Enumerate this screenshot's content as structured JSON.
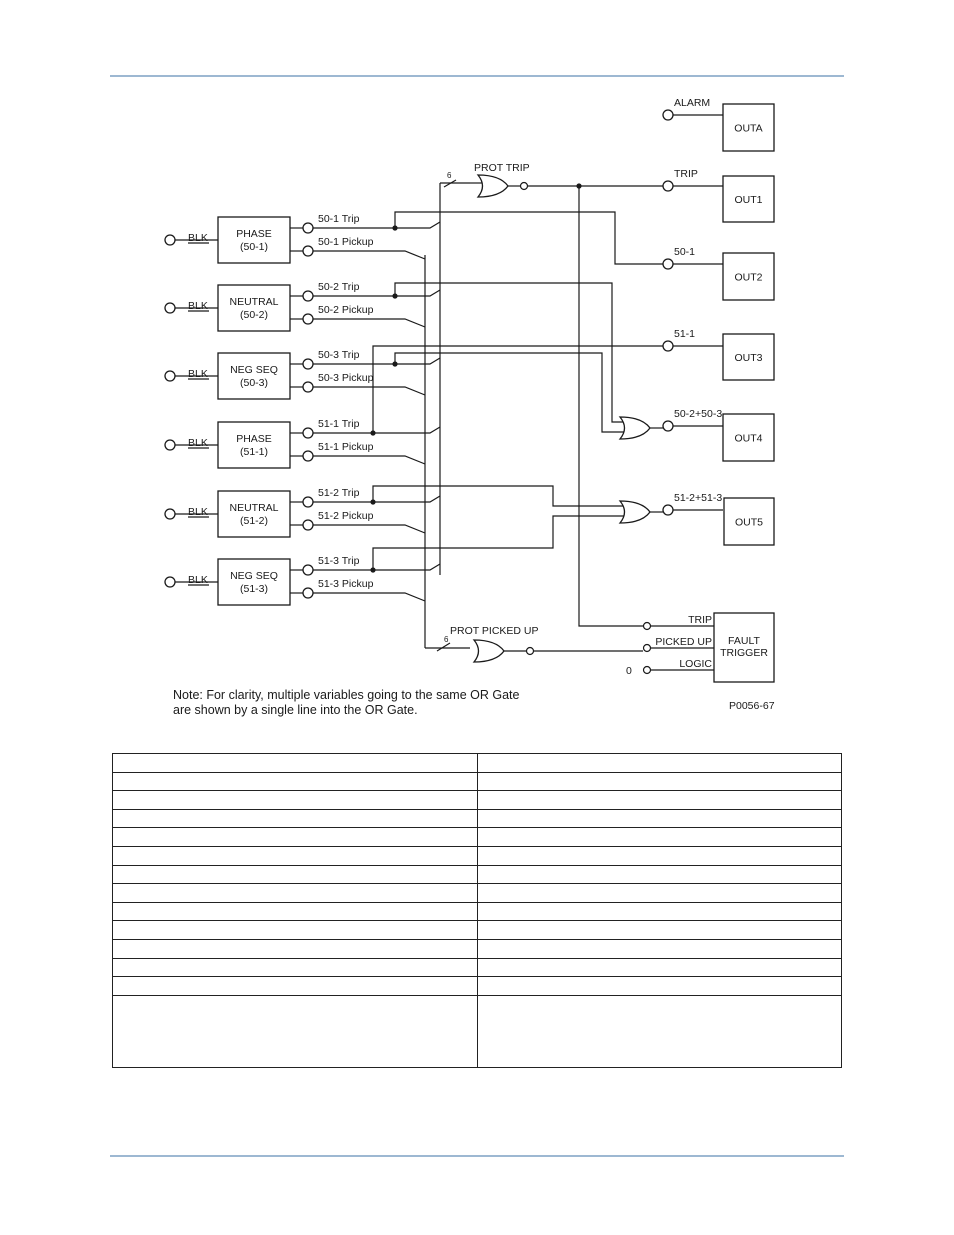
{
  "diagram": {
    "inputs": [
      {
        "blk": "BLK",
        "line1": "PHASE",
        "line2": "(50-1)",
        "trip": "50-1 Trip",
        "pickup": "50-1 Pickup"
      },
      {
        "blk": "BLK",
        "line1": "NEUTRAL",
        "line2": "(50-2)",
        "trip": "50-2 Trip",
        "pickup": "50-2 Pickup"
      },
      {
        "blk": "BLK",
        "line1": "NEG SEQ",
        "line2": "(50-3)",
        "trip": "50-3 Trip",
        "pickup": "50-3 Pickup"
      },
      {
        "blk": "BLK",
        "line1": "PHASE",
        "line2": "(51-1)",
        "trip": "51-1 Trip",
        "pickup": "51-1 Pickup"
      },
      {
        "blk": "BLK",
        "line1": "NEUTRAL",
        "line2": "(51-2)",
        "trip": "51-2 Trip",
        "pickup": "51-2 Pickup"
      },
      {
        "blk": "BLK",
        "line1": "NEG SEQ",
        "line2": "(51-3)",
        "trip": "51-3 Trip",
        "pickup": "51-3 Pickup"
      }
    ],
    "gates": {
      "prot_trip": "PROT TRIP",
      "prot_picked_up": "PROT PICKED UP",
      "bus_count": "6"
    },
    "outputs": [
      {
        "signal": "ALARM",
        "box": "OUTA"
      },
      {
        "signal": "TRIP",
        "box": "OUT1"
      },
      {
        "signal": "50-1",
        "box": "OUT2"
      },
      {
        "signal": "51-1",
        "box": "OUT3"
      },
      {
        "signal": "50-2+50-3",
        "box": "OUT4"
      },
      {
        "signal": "51-2+51-3",
        "box": "OUT5"
      }
    ],
    "fault_trigger": {
      "line1": "FAULT",
      "line2": "TRIGGER",
      "trip": "TRIP",
      "picked_up": "PICKED UP",
      "logic": "LOGIC",
      "logic_value": "0"
    },
    "note_line1": "Note: For clarity, multiple variables going to the same OR Gate",
    "note_line2": "are shown by a single line into the OR Gate.",
    "figure_id": "P0056-67"
  },
  "table": {
    "rows": 14,
    "columns": 2
  }
}
